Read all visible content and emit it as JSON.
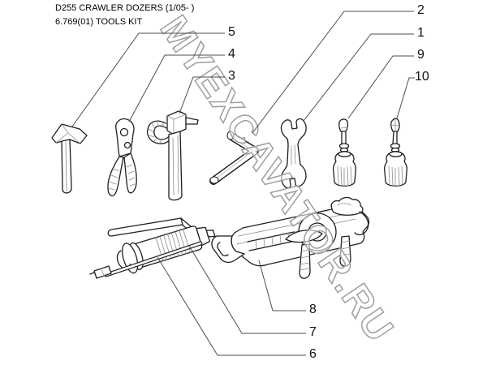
{
  "header": {
    "line1": "D255 CRAWLER DOZERS (1/05- )",
    "line2": "6.769(01) TOOLS KIT"
  },
  "watermark": {
    "text": "MYEXCAVATOR.RU",
    "outline_color": "#9e9e9e",
    "fill_color": "rgba(255,255,255,0.55)"
  },
  "diagram": {
    "background_color": "#ffffff",
    "art_color": "#1f1f1f",
    "leader_line_color": "#4d4d4d",
    "parts": [
      {
        "number": "1",
        "name": "open-end-wrench"
      },
      {
        "number": "2",
        "name": "hex-key-wrench"
      },
      {
        "number": "3",
        "name": "chisel-with-hand-guard"
      },
      {
        "number": "4",
        "name": "pliers"
      },
      {
        "number": "5",
        "name": "hammer"
      },
      {
        "number": "6",
        "name": "grease-gun"
      },
      {
        "number": "7",
        "name": "grease-gun-extension-tube"
      },
      {
        "number": "8",
        "name": "tool-bag"
      },
      {
        "number": "9",
        "name": "flat-screwdriver"
      },
      {
        "number": "10",
        "name": "phillips-screwdriver"
      }
    ]
  }
}
